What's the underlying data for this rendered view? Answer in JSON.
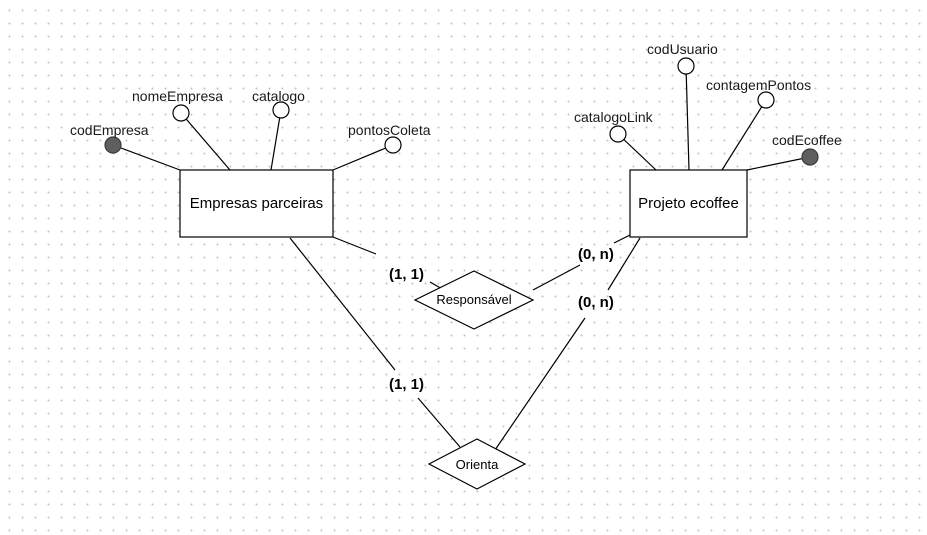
{
  "entities": {
    "empresas": {
      "name": "Empresas parceiras"
    },
    "projeto": {
      "name": "Projeto ecoffee"
    }
  },
  "relationships": {
    "responsavel": {
      "name": "Responsável",
      "card_empresas": "(1, 1)",
      "card_projeto": "(0, n)"
    },
    "orienta": {
      "name": "Orienta",
      "card_empresas": "(1, 1)",
      "card_projeto": "(0, n)"
    }
  },
  "attributes": {
    "codEmpresa": {
      "label": "codEmpresa",
      "key": true
    },
    "nomeEmpresa": {
      "label": "nomeEmpresa",
      "key": false
    },
    "catalogo": {
      "label": "catalogo",
      "key": false
    },
    "pontosColeta": {
      "label": "pontosColeta",
      "key": false
    },
    "codUsuario": {
      "label": "codUsuario",
      "key": false
    },
    "contagemPontos": {
      "label": "contagemPontos",
      "key": false
    },
    "catalogoLink": {
      "label": "catalogoLink",
      "key": false
    },
    "codEcoffee": {
      "label": "codEcoffee",
      "key": true
    }
  },
  "colors": {
    "key_fill": "#5f5f5f",
    "open_fill": "#ffffff",
    "stroke": "#000000"
  }
}
